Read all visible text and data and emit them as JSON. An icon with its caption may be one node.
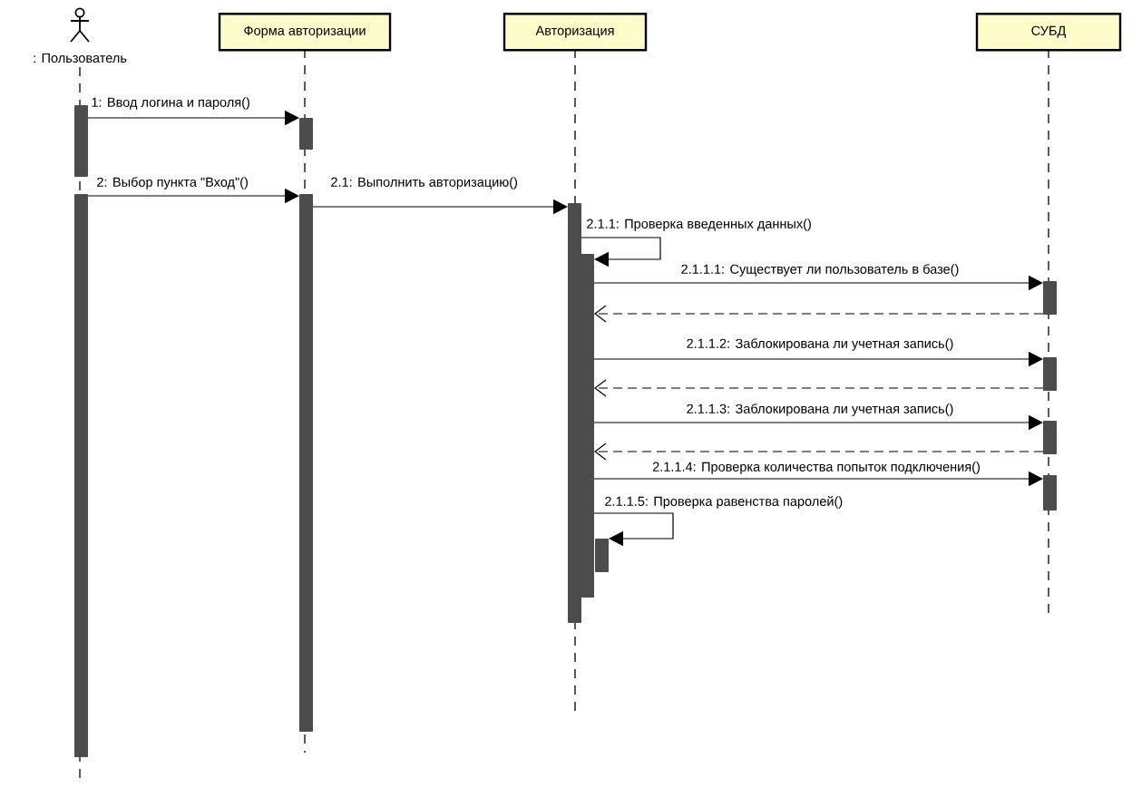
{
  "diagram": {
    "nodes": [
      {
        "text": [
          ": Пользователь"
        ]
      },
      {
        "text": [
          "Форма авторизации"
        ]
      },
      {
        "text": [
          "Авторизация"
        ]
      },
      {
        "text": [
          "СУБД"
        ]
      },
      {
        "text": [],
        "shape": "bar"
      },
      {
        "text": [],
        "shape": "bar"
      },
      {
        "text": [],
        "shape": "bar"
      },
      {
        "text": [],
        "shape": "bar"
      },
      {
        "text": [],
        "shape": "bar"
      },
      {
        "text": [],
        "shape": "bar"
      },
      {
        "text": [],
        "shape": "bar"
      },
      {
        "text": [],
        "shape": "bar"
      },
      {
        "text": [],
        "shape": "bar"
      },
      {
        "text": [],
        "shape": "bar"
      },
      {
        "text": [],
        "shape": "bar"
      }
    ],
    "edges": [
      {
        "from": 4,
        "to": 6,
        "arrow": "to",
        "label": "1: Ввод логина и пароля()"
      },
      {
        "from": 5,
        "to": 7,
        "arrow": "to",
        "label": "2: Выбор пункта \"Вход\"()"
      },
      {
        "from": 7,
        "to": 8,
        "arrow": "to",
        "label": "2.1: Выполнить авторизацию()"
      },
      {
        "from": 8,
        "to": 9,
        "arrow": "to",
        "label": "2.1.1: Проверка введенных данных()"
      },
      {
        "from": 9,
        "to": 11,
        "arrow": "to",
        "label": "2.1.1.1: Существует ли пользователь в базе()"
      },
      {
        "from": 11,
        "to": 9,
        "arrow": "to",
        "style": "dashed"
      },
      {
        "from": 9,
        "to": 12,
        "arrow": "to",
        "label": "2.1.1.2: Заблокирована ли учетная запись()"
      },
      {
        "from": 12,
        "to": 9,
        "arrow": "to",
        "style": "dashed"
      },
      {
        "from": 9,
        "to": 13,
        "arrow": "to",
        "label": "2.1.1.3: Заблокирована ли учетная запись()"
      },
      {
        "from": 13,
        "to": 9,
        "arrow": "to",
        "style": "dashed"
      },
      {
        "from": 9,
        "to": 14,
        "arrow": "to",
        "label": "2.1.1.4: Проверка количества попыток подключения()"
      },
      {
        "from": 9,
        "to": 10,
        "arrow": "to",
        "label": "2.1.1.5: Проверка равенства паролей()"
      }
    ]
  }
}
